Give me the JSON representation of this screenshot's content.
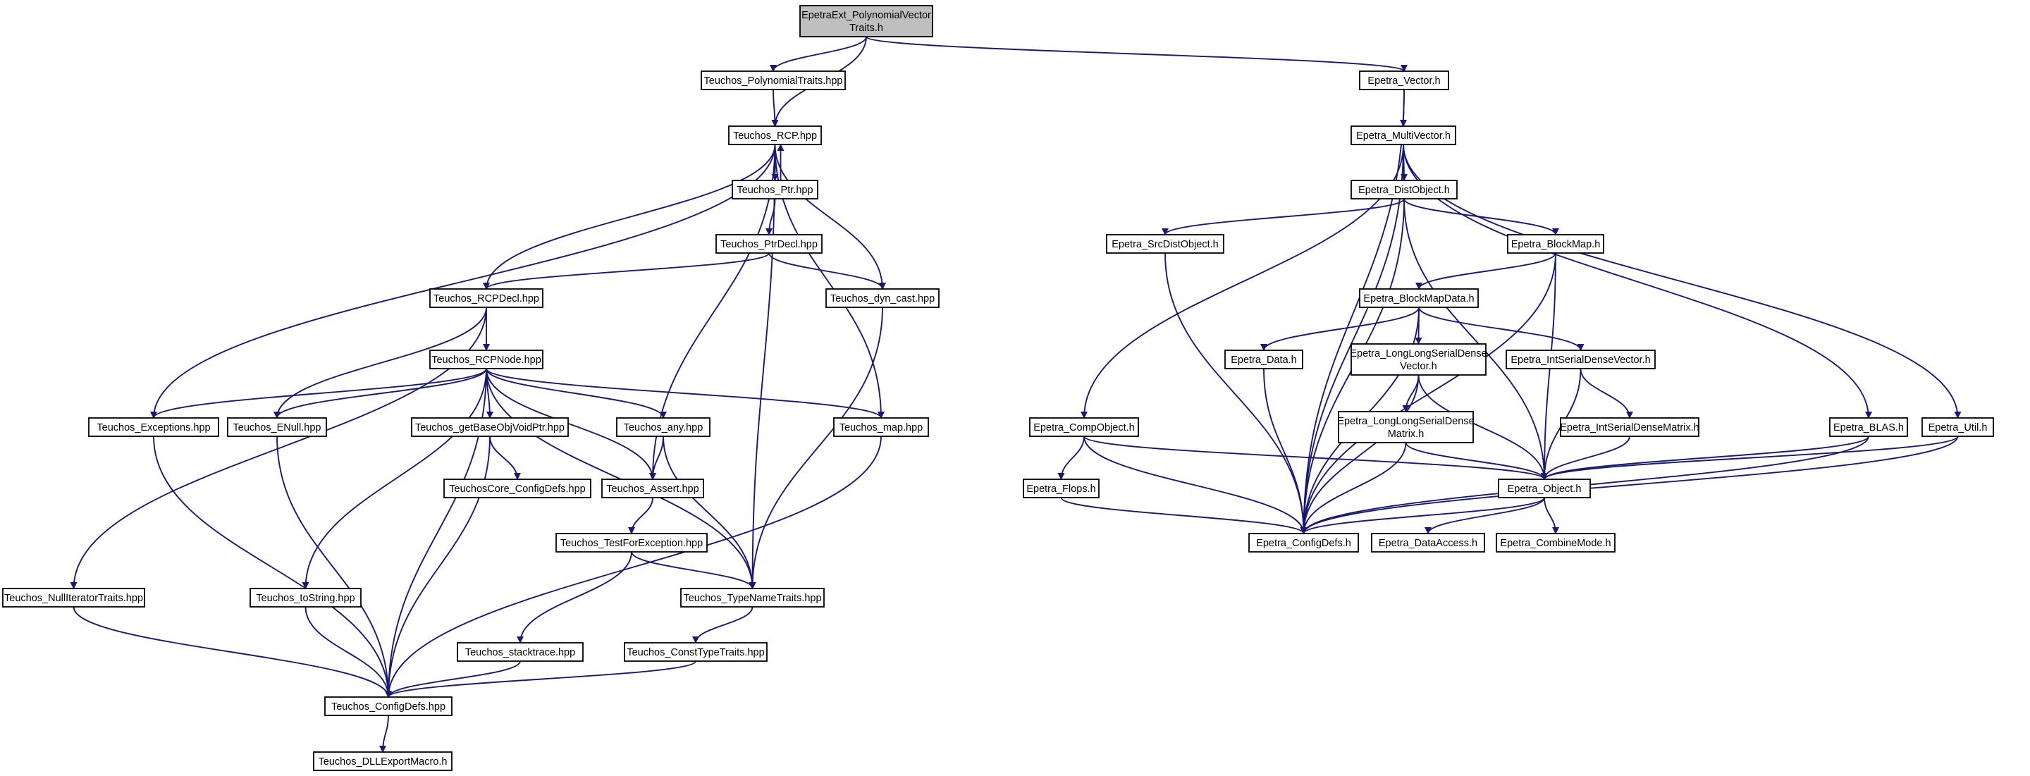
{
  "graph": {
    "edge_color": "#191970",
    "root_fill": "#bfbfbf",
    "nodes": [
      {
        "id": "root",
        "lines": [
          "EpetraExt_PolynomialVector",
          "Traits.h"
        ]
      },
      {
        "id": "teuchos_polynomialtraits",
        "lines": [
          "Teuchos_PolynomialTraits.hpp"
        ]
      },
      {
        "id": "teuchos_rcp",
        "lines": [
          "Teuchos_RCP.hpp"
        ]
      },
      {
        "id": "teuchos_ptr",
        "lines": [
          "Teuchos_Ptr.hpp"
        ]
      },
      {
        "id": "teuchos_ptrdecl",
        "lines": [
          "Teuchos_PtrDecl.hpp"
        ]
      },
      {
        "id": "teuchos_rcpdecl",
        "lines": [
          "Teuchos_RCPDecl.hpp"
        ]
      },
      {
        "id": "teuchos_dyn_cast",
        "lines": [
          "Teuchos_dyn_cast.hpp"
        ]
      },
      {
        "id": "teuchos_rcpnode",
        "lines": [
          "Teuchos_RCPNode.hpp"
        ]
      },
      {
        "id": "teuchos_exceptions",
        "lines": [
          "Teuchos_Exceptions.hpp"
        ]
      },
      {
        "id": "teuchos_enull",
        "lines": [
          "Teuchos_ENull.hpp"
        ]
      },
      {
        "id": "teuchos_getbaseobjvoidptr",
        "lines": [
          "Teuchos_getBaseObjVoidPtr.hpp"
        ]
      },
      {
        "id": "teuchos_any",
        "lines": [
          "Teuchos_any.hpp"
        ]
      },
      {
        "id": "teuchos_map",
        "lines": [
          "Teuchos_map.hpp"
        ]
      },
      {
        "id": "teuchoscore_configdefs",
        "lines": [
          "TeuchosCore_ConfigDefs.hpp"
        ]
      },
      {
        "id": "teuchos_assert",
        "lines": [
          "Teuchos_Assert.hpp"
        ]
      },
      {
        "id": "teuchos_testforexception",
        "lines": [
          "Teuchos_TestForException.hpp"
        ]
      },
      {
        "id": "teuchos_nulliteratortraits",
        "lines": [
          "Teuchos_NullIteratorTraits.hpp"
        ]
      },
      {
        "id": "teuchos_tostring",
        "lines": [
          "Teuchos_toString.hpp"
        ]
      },
      {
        "id": "teuchos_typenametraits",
        "lines": [
          "Teuchos_TypeNameTraits.hpp"
        ]
      },
      {
        "id": "teuchos_stacktrace",
        "lines": [
          "Teuchos_stacktrace.hpp"
        ]
      },
      {
        "id": "teuchos_consttypetraits",
        "lines": [
          "Teuchos_ConstTypeTraits.hpp"
        ]
      },
      {
        "id": "teuchos_configdefs",
        "lines": [
          "Teuchos_ConfigDefs.hpp"
        ]
      },
      {
        "id": "teuchos_dllexportmacro",
        "lines": [
          "Teuchos_DLLExportMacro.h"
        ]
      },
      {
        "id": "epetra_vector",
        "lines": [
          "Epetra_Vector.h"
        ]
      },
      {
        "id": "epetra_multivector",
        "lines": [
          "Epetra_MultiVector.h"
        ]
      },
      {
        "id": "epetra_distobject",
        "lines": [
          "Epetra_DistObject.h"
        ]
      },
      {
        "id": "epetra_srcdistobject",
        "lines": [
          "Epetra_SrcDistObject.h"
        ]
      },
      {
        "id": "epetra_blockmap",
        "lines": [
          "Epetra_BlockMap.h"
        ]
      },
      {
        "id": "epetra_blockmapdata",
        "lines": [
          "Epetra_BlockMapData.h"
        ]
      },
      {
        "id": "epetra_data",
        "lines": [
          "Epetra_Data.h"
        ]
      },
      {
        "id": "epetra_longlongserialdensevector",
        "lines": [
          "Epetra_LongLongSerialDense",
          "Vector.h"
        ]
      },
      {
        "id": "epetra_intserialdensevector",
        "lines": [
          "Epetra_IntSerialDenseVector.h"
        ]
      },
      {
        "id": "epetra_compobject",
        "lines": [
          "Epetra_CompObject.h"
        ]
      },
      {
        "id": "epetra_longlongserialdensematrix",
        "lines": [
          "Epetra_LongLongSerialDense",
          "Matrix.h"
        ]
      },
      {
        "id": "epetra_intserialdensematrix",
        "lines": [
          "Epetra_IntSerialDenseMatrix.h"
        ]
      },
      {
        "id": "epetra_blas",
        "lines": [
          "Epetra_BLAS.h"
        ]
      },
      {
        "id": "epetra_util",
        "lines": [
          "Epetra_Util.h"
        ]
      },
      {
        "id": "epetra_flops",
        "lines": [
          "Epetra_Flops.h"
        ]
      },
      {
        "id": "epetra_object",
        "lines": [
          "Epetra_Object.h"
        ]
      },
      {
        "id": "epetra_configdefs",
        "lines": [
          "Epetra_ConfigDefs.h"
        ]
      },
      {
        "id": "epetra_dataaccess",
        "lines": [
          "Epetra_DataAccess.h"
        ]
      },
      {
        "id": "epetra_combinemode",
        "lines": [
          "Epetra_CombineMode.h"
        ]
      }
    ],
    "edges": [
      [
        "root",
        "teuchos_polynomialtraits"
      ],
      [
        "root",
        "teuchos_rcp"
      ],
      [
        "root",
        "epetra_vector"
      ],
      [
        "teuchos_polynomialtraits",
        "teuchos_rcp"
      ],
      [
        "teuchos_rcp",
        "teuchos_ptr"
      ],
      [
        "teuchos_rcp",
        "teuchos_rcpdecl"
      ],
      [
        "teuchos_rcp",
        "teuchos_dyn_cast"
      ],
      [
        "teuchos_rcp",
        "teuchos_exceptions"
      ],
      [
        "teuchos_rcp",
        "teuchos_map"
      ],
      [
        "teuchos_rcp",
        "teuchos_assert"
      ],
      [
        "teuchos_rcp",
        "teuchos_typenametraits"
      ],
      [
        "teuchos_ptr",
        "teuchos_rcp"
      ],
      [
        "teuchos_ptr",
        "teuchos_ptrdecl"
      ],
      [
        "teuchos_ptrdecl",
        "teuchos_rcpdecl"
      ],
      [
        "teuchos_ptrdecl",
        "teuchos_dyn_cast"
      ],
      [
        "teuchos_rcpdecl",
        "teuchos_rcpnode"
      ],
      [
        "teuchos_rcpdecl",
        "teuchos_enull"
      ],
      [
        "teuchos_rcpdecl",
        "teuchos_nulliteratortraits"
      ],
      [
        "teuchos_dyn_cast",
        "teuchos_typenametraits"
      ],
      [
        "teuchos_rcpnode",
        "teuchos_exceptions"
      ],
      [
        "teuchos_rcpnode",
        "teuchos_enull"
      ],
      [
        "teuchos_rcpnode",
        "teuchos_getbaseobjvoidptr"
      ],
      [
        "teuchos_rcpnode",
        "teuchos_any"
      ],
      [
        "teuchos_rcpnode",
        "teuchos_map"
      ],
      [
        "teuchos_rcpnode",
        "teuchos_assert"
      ],
      [
        "teuchos_rcpnode",
        "teuchos_tostring"
      ],
      [
        "teuchos_rcpnode",
        "teuchos_configdefs"
      ],
      [
        "teuchos_rcpnode",
        "teuchos_typenametraits"
      ],
      [
        "teuchos_exceptions",
        "teuchos_configdefs"
      ],
      [
        "teuchos_enull",
        "teuchos_configdefs"
      ],
      [
        "teuchos_getbaseobjvoidptr",
        "teuchoscore_configdefs"
      ],
      [
        "teuchos_getbaseobjvoidptr",
        "teuchos_configdefs"
      ],
      [
        "teuchos_any",
        "teuchos_assert"
      ],
      [
        "teuchos_any",
        "teuchos_typenametraits"
      ],
      [
        "teuchos_map",
        "teuchos_configdefs"
      ],
      [
        "teuchos_assert",
        "teuchos_testforexception"
      ],
      [
        "teuchos_testforexception",
        "teuchos_typenametraits"
      ],
      [
        "teuchos_testforexception",
        "teuchos_stacktrace"
      ],
      [
        "teuchos_nulliteratortraits",
        "teuchos_configdefs"
      ],
      [
        "teuchos_tostring",
        "teuchos_configdefs"
      ],
      [
        "teuchos_typenametraits",
        "teuchos_consttypetraits"
      ],
      [
        "teuchos_stacktrace",
        "teuchos_configdefs"
      ],
      [
        "teuchos_consttypetraits",
        "teuchos_configdefs"
      ],
      [
        "teuchos_configdefs",
        "teuchos_dllexportmacro"
      ],
      [
        "epetra_vector",
        "epetra_multivector"
      ],
      [
        "epetra_vector",
        "epetra_configdefs"
      ],
      [
        "epetra_multivector",
        "epetra_distobject"
      ],
      [
        "epetra_multivector",
        "epetra_compobject"
      ],
      [
        "epetra_multivector",
        "epetra_blas"
      ],
      [
        "epetra_multivector",
        "epetra_util"
      ],
      [
        "epetra_multivector",
        "epetra_configdefs"
      ],
      [
        "epetra_distobject",
        "epetra_srcdistobject"
      ],
      [
        "epetra_distobject",
        "epetra_blockmap"
      ],
      [
        "epetra_distobject",
        "epetra_object"
      ],
      [
        "epetra_distobject",
        "epetra_configdefs"
      ],
      [
        "epetra_srcdistobject",
        "epetra_configdefs"
      ],
      [
        "epetra_blockmap",
        "epetra_blockmapdata"
      ],
      [
        "epetra_blockmap",
        "epetra_object"
      ],
      [
        "epetra_blockmap",
        "epetra_configdefs"
      ],
      [
        "epetra_blockmapdata",
        "epetra_data"
      ],
      [
        "epetra_blockmapdata",
        "epetra_longlongserialdensevector"
      ],
      [
        "epetra_blockmapdata",
        "epetra_intserialdensevector"
      ],
      [
        "epetra_blockmapdata",
        "epetra_configdefs"
      ],
      [
        "epetra_data",
        "epetra_configdefs"
      ],
      [
        "epetra_longlongserialdensevector",
        "epetra_longlongserialdensematrix"
      ],
      [
        "epetra_longlongserialdensevector",
        "epetra_object"
      ],
      [
        "epetra_longlongserialdensevector",
        "epetra_configdefs"
      ],
      [
        "epetra_intserialdensevector",
        "epetra_intserialdensematrix"
      ],
      [
        "epetra_intserialdensevector",
        "epetra_object"
      ],
      [
        "epetra_compobject",
        "epetra_flops"
      ],
      [
        "epetra_compobject",
        "epetra_object"
      ],
      [
        "epetra_compobject",
        "epetra_configdefs"
      ],
      [
        "epetra_longlongserialdensematrix",
        "epetra_object"
      ],
      [
        "epetra_longlongserialdensematrix",
        "epetra_configdefs"
      ],
      [
        "epetra_intserialdensematrix",
        "epetra_object"
      ],
      [
        "epetra_blas",
        "epetra_object"
      ],
      [
        "epetra_blas",
        "epetra_configdefs"
      ],
      [
        "epetra_util",
        "epetra_object"
      ],
      [
        "epetra_util",
        "epetra_configdefs"
      ],
      [
        "epetra_flops",
        "epetra_configdefs"
      ],
      [
        "epetra_object",
        "epetra_configdefs"
      ],
      [
        "epetra_object",
        "epetra_dataaccess"
      ],
      [
        "epetra_object",
        "epetra_combinemode"
      ]
    ]
  }
}
